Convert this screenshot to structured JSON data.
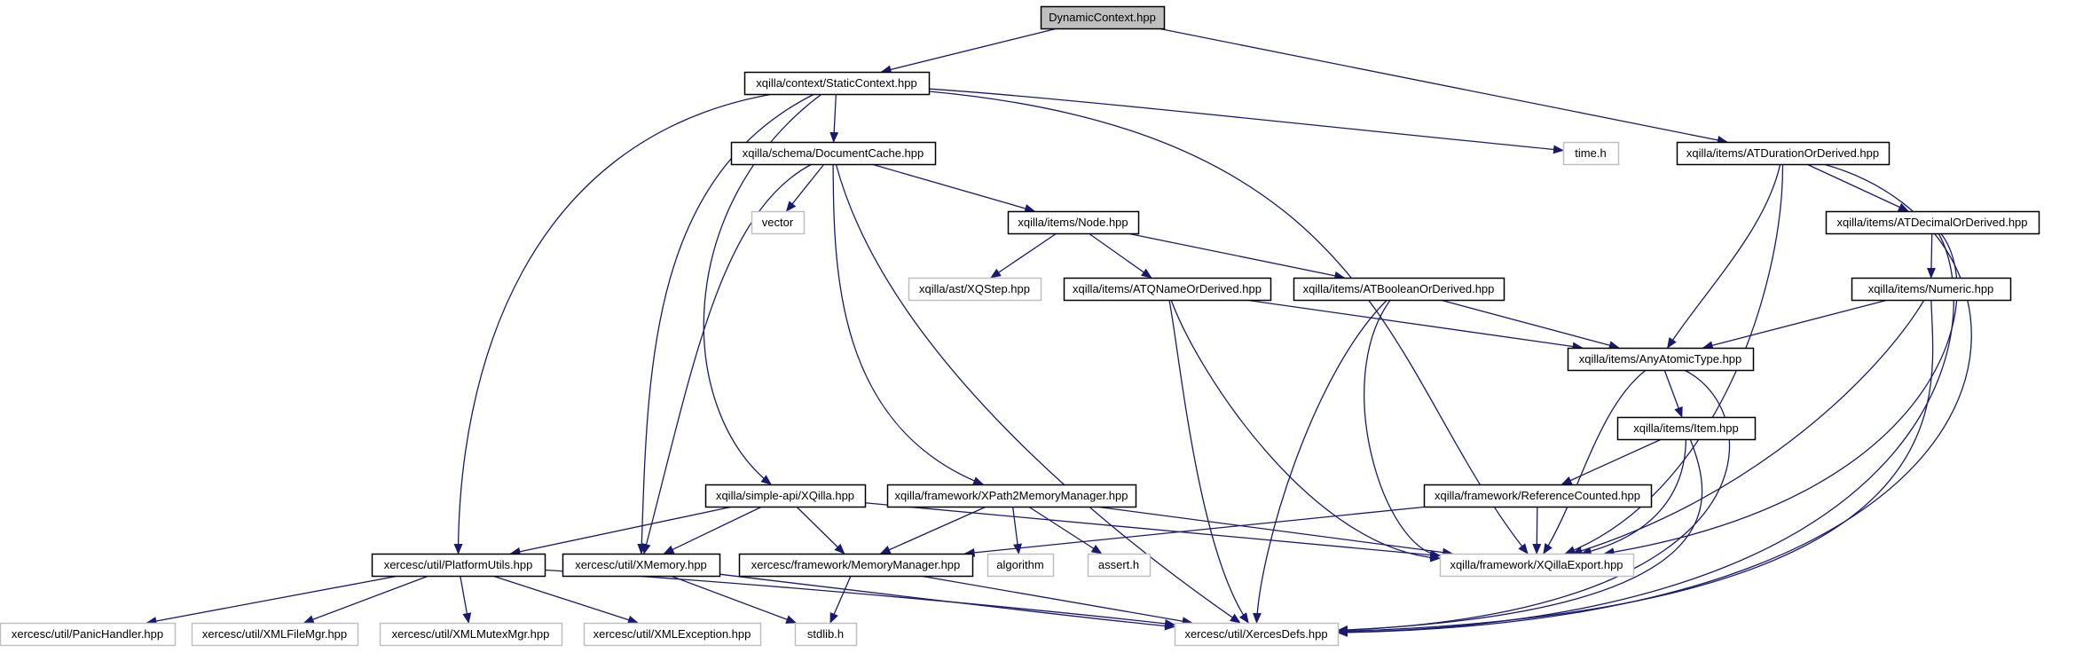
{
  "colors": {
    "edge": "#191970",
    "node_border": "#000000",
    "external_border": "#bfbfbf",
    "root_fill": "#bfbfbf",
    "node_fill": "#ffffff"
  },
  "nodes": [
    {
      "id": "dyn",
      "label": "DynamicContext.hpp",
      "kind": "root"
    },
    {
      "id": "sc",
      "label": "xqilla/context/StaticContext.hpp",
      "kind": "file"
    },
    {
      "id": "atdur",
      "label": "xqilla/items/ATDurationOrDerived.hpp",
      "kind": "file"
    },
    {
      "id": "doccache",
      "label": "xqilla/schema/DocumentCache.hpp",
      "kind": "file"
    },
    {
      "id": "timeh",
      "label": "time.h",
      "kind": "external"
    },
    {
      "id": "vector",
      "label": "vector",
      "kind": "external"
    },
    {
      "id": "node",
      "label": "xqilla/items/Node.hpp",
      "kind": "file"
    },
    {
      "id": "atdec",
      "label": "xqilla/items/ATDecimalOrDerived.hpp",
      "kind": "file"
    },
    {
      "id": "xqstep",
      "label": "xqilla/ast/XQStep.hpp",
      "kind": "external"
    },
    {
      "id": "atqname",
      "label": "xqilla/items/ATQNameOrDerived.hpp",
      "kind": "file"
    },
    {
      "id": "atbool",
      "label": "xqilla/items/ATBooleanOrDerived.hpp",
      "kind": "file"
    },
    {
      "id": "numeric",
      "label": "xqilla/items/Numeric.hpp",
      "kind": "file"
    },
    {
      "id": "anyatomic",
      "label": "xqilla/items/AnyAtomicType.hpp",
      "kind": "file"
    },
    {
      "id": "item",
      "label": "xqilla/items/Item.hpp",
      "kind": "file"
    },
    {
      "id": "xqillaapi",
      "label": "xqilla/simple-api/XQilla.hpp",
      "kind": "file"
    },
    {
      "id": "xp2mm",
      "label": "xqilla/framework/XPath2MemoryManager.hpp",
      "kind": "file"
    },
    {
      "id": "refcount",
      "label": "xqilla/framework/ReferenceCounted.hpp",
      "kind": "file"
    },
    {
      "id": "platutils",
      "label": "xercesc/util/PlatformUtils.hpp",
      "kind": "file"
    },
    {
      "id": "xmemory",
      "label": "xercesc/util/XMemory.hpp",
      "kind": "file"
    },
    {
      "id": "memmgr",
      "label": "xercesc/framework/MemoryManager.hpp",
      "kind": "file"
    },
    {
      "id": "algorithm",
      "label": "algorithm",
      "kind": "external"
    },
    {
      "id": "asserth",
      "label": "assert.h",
      "kind": "external"
    },
    {
      "id": "xqexport",
      "label": "xqilla/framework/XQillaExport.hpp",
      "kind": "external"
    },
    {
      "id": "panic",
      "label": "xercesc/util/PanicHandler.hpp",
      "kind": "external"
    },
    {
      "id": "xmlfile",
      "label": "xercesc/util/XMLFileMgr.hpp",
      "kind": "external"
    },
    {
      "id": "xmlmutex",
      "label": "xercesc/util/XMLMutexMgr.hpp",
      "kind": "external"
    },
    {
      "id": "xmlexc",
      "label": "xercesc/util/XMLException.hpp",
      "kind": "external"
    },
    {
      "id": "stdlib",
      "label": "stdlib.h",
      "kind": "external"
    },
    {
      "id": "xdefs",
      "label": "xercesc/util/XercesDefs.hpp",
      "kind": "external"
    }
  ],
  "edges": [
    [
      "dyn",
      "sc"
    ],
    [
      "dyn",
      "atdur"
    ],
    [
      "sc",
      "doccache"
    ],
    [
      "sc",
      "timeh"
    ],
    [
      "sc",
      "platutils"
    ],
    [
      "sc",
      "xmemory"
    ],
    [
      "sc",
      "xqillaapi"
    ],
    [
      "sc",
      "xqexport"
    ],
    [
      "atdur",
      "anyatomic"
    ],
    [
      "atdur",
      "atdec"
    ],
    [
      "atdur",
      "xqexport"
    ],
    [
      "atdur",
      "xdefs"
    ],
    [
      "doccache",
      "vector"
    ],
    [
      "doccache",
      "node"
    ],
    [
      "doccache",
      "xmemory"
    ],
    [
      "doccache",
      "xp2mm"
    ],
    [
      "doccache",
      "xdefs"
    ],
    [
      "node",
      "xqstep"
    ],
    [
      "node",
      "atqname"
    ],
    [
      "node",
      "atbool"
    ],
    [
      "atdec",
      "numeric"
    ],
    [
      "atdec",
      "xqexport"
    ],
    [
      "atdec",
      "xdefs"
    ],
    [
      "atqname",
      "anyatomic"
    ],
    [
      "atqname",
      "xqexport"
    ],
    [
      "atqname",
      "xdefs"
    ],
    [
      "atbool",
      "anyatomic"
    ],
    [
      "atbool",
      "xqexport"
    ],
    [
      "atbool",
      "xdefs"
    ],
    [
      "numeric",
      "anyatomic"
    ],
    [
      "numeric",
      "xqexport"
    ],
    [
      "numeric",
      "xdefs"
    ],
    [
      "anyatomic",
      "item"
    ],
    [
      "anyatomic",
      "xqexport"
    ],
    [
      "anyatomic",
      "xdefs"
    ],
    [
      "item",
      "refcount"
    ],
    [
      "item",
      "xqexport"
    ],
    [
      "item",
      "xdefs"
    ],
    [
      "refcount",
      "memmgr"
    ],
    [
      "refcount",
      "xqexport"
    ],
    [
      "xqillaapi",
      "platutils"
    ],
    [
      "xqillaapi",
      "xmemory"
    ],
    [
      "xqillaapi",
      "memmgr"
    ],
    [
      "xqillaapi",
      "xqexport"
    ],
    [
      "xp2mm",
      "memmgr"
    ],
    [
      "xp2mm",
      "algorithm"
    ],
    [
      "xp2mm",
      "asserth"
    ],
    [
      "xp2mm",
      "xqexport"
    ],
    [
      "platutils",
      "panic"
    ],
    [
      "platutils",
      "xmlfile"
    ],
    [
      "platutils",
      "xmlmutex"
    ],
    [
      "platutils",
      "xmlexc"
    ],
    [
      "platutils",
      "xdefs"
    ],
    [
      "xmemory",
      "stdlib"
    ],
    [
      "xmemory",
      "xdefs"
    ],
    [
      "memmgr",
      "stdlib"
    ],
    [
      "memmgr",
      "xdefs"
    ]
  ]
}
